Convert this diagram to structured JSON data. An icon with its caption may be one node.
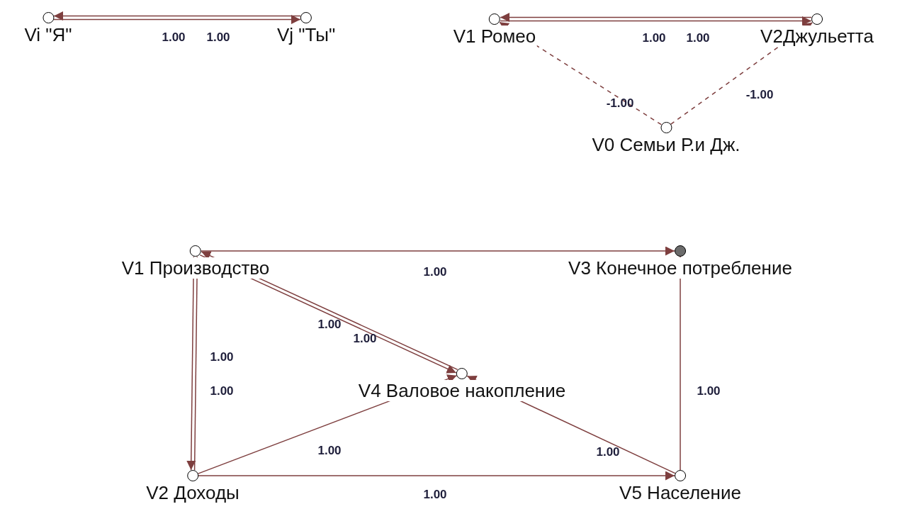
{
  "diagram": {
    "nodes": [
      {
        "text": [
          "Vi \"Я\""
        ]
      },
      {
        "text": [
          "Vj \"Ты\""
        ]
      },
      {
        "text": [
          "V1 Ромео"
        ]
      },
      {
        "text": [
          "V2Джульетта"
        ]
      },
      {
        "text": [
          "V0 Семьи Р.и Дж."
        ]
      },
      {
        "text": [
          "V1 Производство"
        ]
      },
      {
        "text": [
          "V3 Конечное потребление"
        ]
      },
      {
        "text": [
          "V4 Валовое накопление"
        ]
      },
      {
        "text": [
          "V2 Доходы"
        ]
      },
      {
        "text": [
          "V5 Население"
        ]
      }
    ],
    "edges": [
      {
        "from": 0,
        "to": 1,
        "arrow": "to",
        "label": "1.00"
      },
      {
        "from": 1,
        "to": 0,
        "arrow": "to",
        "label": "1.00"
      },
      {
        "from": 2,
        "to": 3,
        "arrow": "to",
        "label": "1.00"
      },
      {
        "from": 3,
        "to": 2,
        "arrow": "to",
        "label": "1.00"
      },
      {
        "from": 4,
        "to": 2,
        "arrow": "to",
        "label": "-1.00",
        "style": "dashed"
      },
      {
        "from": 4,
        "to": 3,
        "arrow": "to",
        "label": "-1.00",
        "style": "dashed"
      },
      {
        "from": 5,
        "to": 6,
        "arrow": "to",
        "label": "1.00"
      },
      {
        "from": 5,
        "to": 7,
        "arrow": "to",
        "label": "1.00"
      },
      {
        "from": 7,
        "to": 5,
        "arrow": "to",
        "label": "1.00"
      },
      {
        "from": 5,
        "to": 8,
        "arrow": "to",
        "label": "1.00"
      },
      {
        "from": 8,
        "to": 5,
        "arrow": "to",
        "label": "1.00"
      },
      {
        "from": 8,
        "to": 7,
        "arrow": "to",
        "label": "1.00"
      },
      {
        "from": 8,
        "to": 9,
        "arrow": "to",
        "label": "1.00"
      },
      {
        "from": 9,
        "to": 7,
        "arrow": "to",
        "label": "1.00"
      },
      {
        "from": 9,
        "to": 6,
        "arrow": "to",
        "label": "1.00"
      }
    ]
  }
}
